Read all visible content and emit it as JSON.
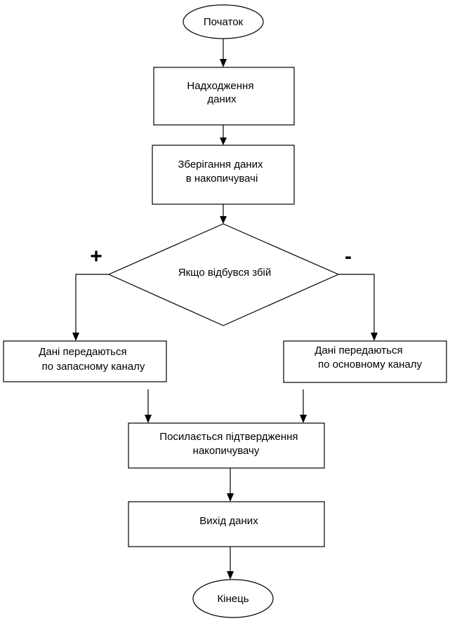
{
  "diagram": {
    "start": "Початок",
    "receive": [
      "Надходження",
      "даних"
    ],
    "store": [
      "Зберігання даних",
      "в накопичувачі"
    ],
    "decision": "Якщо відбувся збій",
    "yes_sign": "+",
    "no_sign": "-",
    "backup_channel": [
      "Дані передаються",
      "по запасному каналу"
    ],
    "main_channel": [
      "Дані передаються",
      "по основному каналу"
    ],
    "confirmation": [
      "Посилається підтвердження",
      "накопичувачу"
    ],
    "output": "Вихід даних",
    "end": "Кінець"
  }
}
